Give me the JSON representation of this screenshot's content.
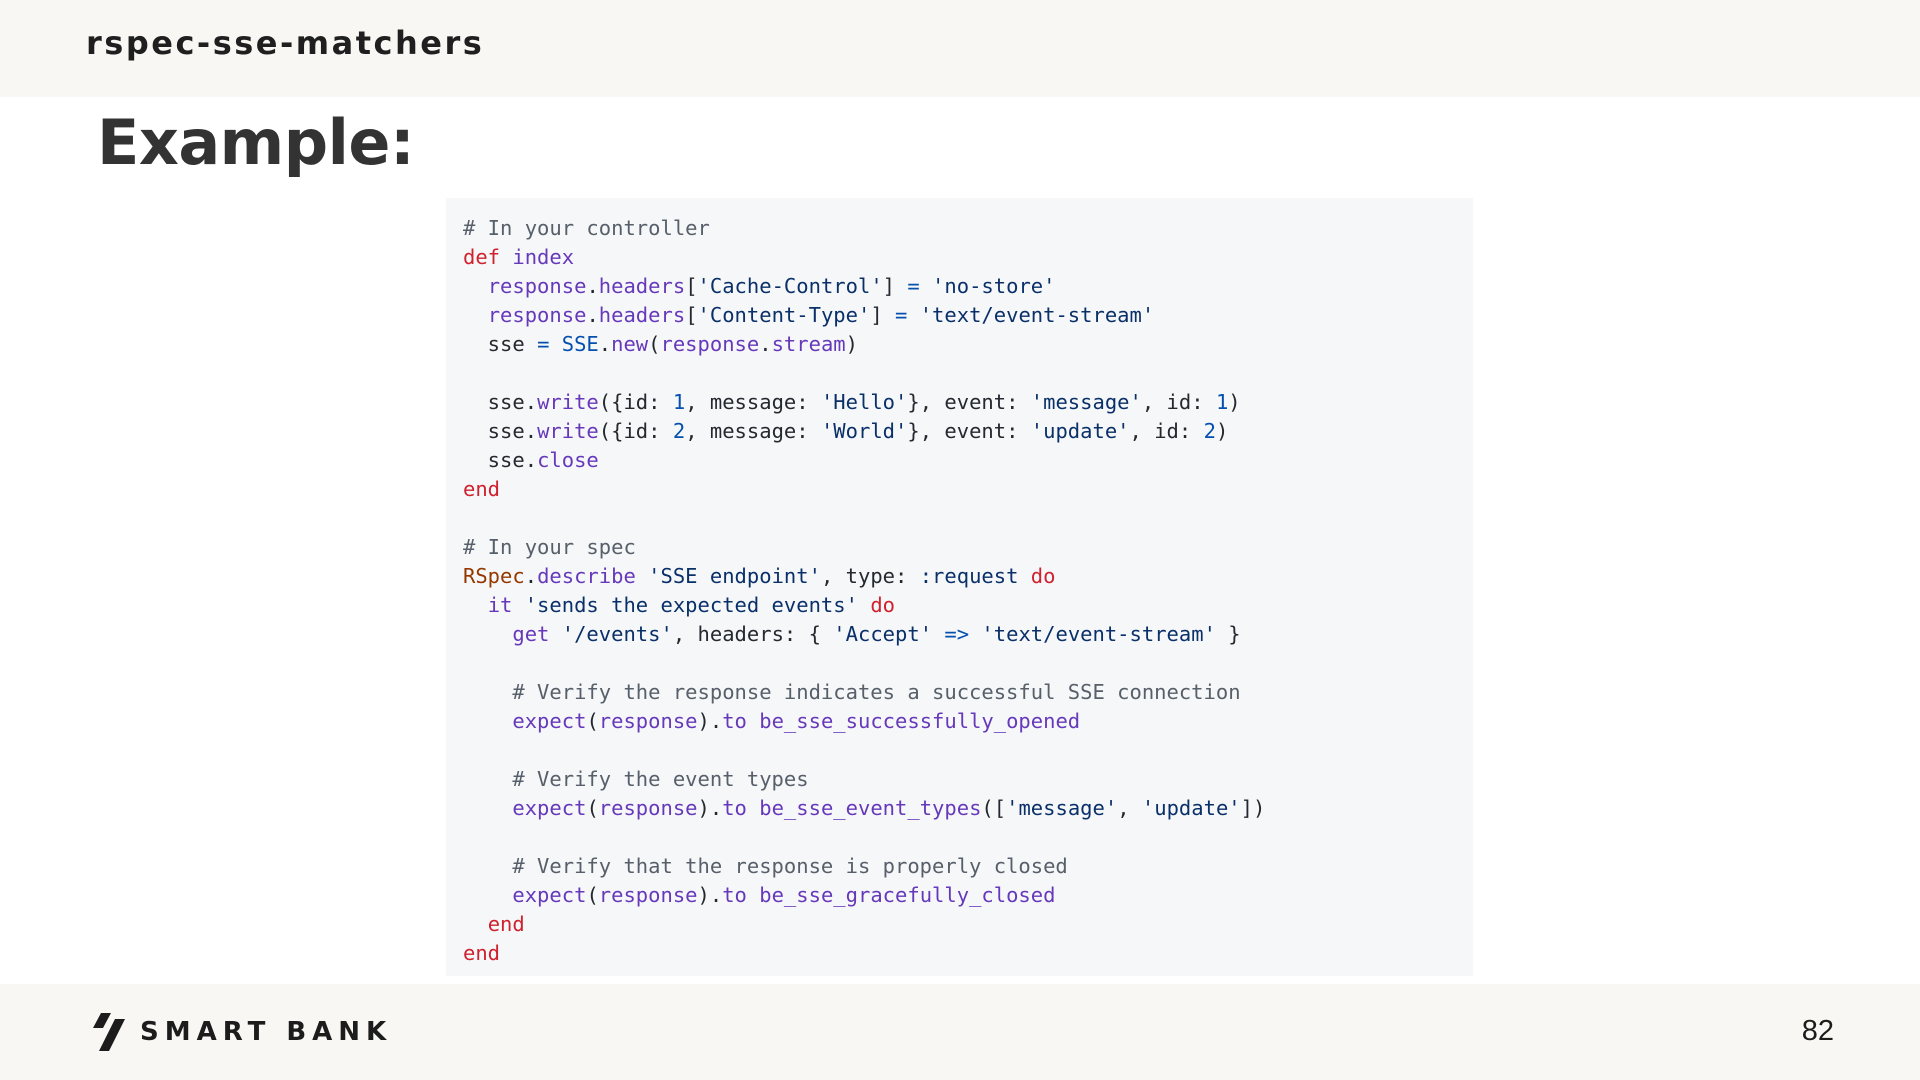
{
  "header": {
    "deck_title": "rspec-sse-matchers"
  },
  "slide": {
    "heading": "Example:"
  },
  "code": {
    "language": "ruby",
    "lines": [
      [
        {
          "t": "com",
          "v": "# In your controller"
        }
      ],
      [
        {
          "t": "kw",
          "v": "def"
        },
        {
          "t": "txt",
          "v": " "
        },
        {
          "t": "fn",
          "v": "index"
        }
      ],
      [
        {
          "t": "txt",
          "v": "  "
        },
        {
          "t": "fn",
          "v": "response"
        },
        {
          "t": "txt",
          "v": "."
        },
        {
          "t": "fn",
          "v": "headers"
        },
        {
          "t": "txt",
          "v": "["
        },
        {
          "t": "str",
          "v": "'Cache-Control'"
        },
        {
          "t": "txt",
          "v": "] "
        },
        {
          "t": "op",
          "v": "="
        },
        {
          "t": "txt",
          "v": " "
        },
        {
          "t": "str",
          "v": "'no-store'"
        }
      ],
      [
        {
          "t": "txt",
          "v": "  "
        },
        {
          "t": "fn",
          "v": "response"
        },
        {
          "t": "txt",
          "v": "."
        },
        {
          "t": "fn",
          "v": "headers"
        },
        {
          "t": "txt",
          "v": "["
        },
        {
          "t": "str",
          "v": "'Content-Type'"
        },
        {
          "t": "txt",
          "v": "] "
        },
        {
          "t": "op",
          "v": "="
        },
        {
          "t": "txt",
          "v": " "
        },
        {
          "t": "str",
          "v": "'text/event-stream'"
        }
      ],
      [
        {
          "t": "txt",
          "v": "  sse "
        },
        {
          "t": "op",
          "v": "="
        },
        {
          "t": "txt",
          "v": " "
        },
        {
          "t": "num",
          "v": "SSE"
        },
        {
          "t": "txt",
          "v": "."
        },
        {
          "t": "fn",
          "v": "new"
        },
        {
          "t": "txt",
          "v": "("
        },
        {
          "t": "fn",
          "v": "response"
        },
        {
          "t": "txt",
          "v": "."
        },
        {
          "t": "fn",
          "v": "stream"
        },
        {
          "t": "txt",
          "v": ")"
        }
      ],
      [],
      [
        {
          "t": "txt",
          "v": "  sse."
        },
        {
          "t": "fn",
          "v": "write"
        },
        {
          "t": "txt",
          "v": "({id: "
        },
        {
          "t": "num",
          "v": "1"
        },
        {
          "t": "txt",
          "v": ", message: "
        },
        {
          "t": "str",
          "v": "'Hello'"
        },
        {
          "t": "txt",
          "v": "}, event: "
        },
        {
          "t": "str",
          "v": "'message'"
        },
        {
          "t": "txt",
          "v": ", id: "
        },
        {
          "t": "num",
          "v": "1"
        },
        {
          "t": "txt",
          "v": ")"
        }
      ],
      [
        {
          "t": "txt",
          "v": "  sse."
        },
        {
          "t": "fn",
          "v": "write"
        },
        {
          "t": "txt",
          "v": "({id: "
        },
        {
          "t": "num",
          "v": "2"
        },
        {
          "t": "txt",
          "v": ", message: "
        },
        {
          "t": "str",
          "v": "'World'"
        },
        {
          "t": "txt",
          "v": "}, event: "
        },
        {
          "t": "str",
          "v": "'update'"
        },
        {
          "t": "txt",
          "v": ", id: "
        },
        {
          "t": "num",
          "v": "2"
        },
        {
          "t": "txt",
          "v": ")"
        }
      ],
      [
        {
          "t": "txt",
          "v": "  sse."
        },
        {
          "t": "fn",
          "v": "close"
        }
      ],
      [
        {
          "t": "kw",
          "v": "end"
        }
      ],
      [],
      [
        {
          "t": "com",
          "v": "# In your spec"
        }
      ],
      [
        {
          "t": "const",
          "v": "RSpec"
        },
        {
          "t": "txt",
          "v": "."
        },
        {
          "t": "fn",
          "v": "describe"
        },
        {
          "t": "txt",
          "v": " "
        },
        {
          "t": "str",
          "v": "'SSE endpoint'"
        },
        {
          "t": "txt",
          "v": ", type: "
        },
        {
          "t": "str",
          "v": ":request"
        },
        {
          "t": "txt",
          "v": " "
        },
        {
          "t": "kw",
          "v": "do"
        }
      ],
      [
        {
          "t": "txt",
          "v": "  "
        },
        {
          "t": "fn",
          "v": "it"
        },
        {
          "t": "txt",
          "v": " "
        },
        {
          "t": "str",
          "v": "'sends the expected events'"
        },
        {
          "t": "txt",
          "v": " "
        },
        {
          "t": "kw",
          "v": "do"
        }
      ],
      [
        {
          "t": "txt",
          "v": "    "
        },
        {
          "t": "fn",
          "v": "get"
        },
        {
          "t": "txt",
          "v": " "
        },
        {
          "t": "str",
          "v": "'/events'"
        },
        {
          "t": "txt",
          "v": ", headers: { "
        },
        {
          "t": "str",
          "v": "'Accept'"
        },
        {
          "t": "txt",
          "v": " "
        },
        {
          "t": "op",
          "v": "=>"
        },
        {
          "t": "txt",
          "v": " "
        },
        {
          "t": "str",
          "v": "'text/event-stream'"
        },
        {
          "t": "txt",
          "v": " }"
        }
      ],
      [],
      [
        {
          "t": "txt",
          "v": "    "
        },
        {
          "t": "com",
          "v": "# Verify the response indicates a successful SSE connection"
        }
      ],
      [
        {
          "t": "txt",
          "v": "    "
        },
        {
          "t": "fn",
          "v": "expect"
        },
        {
          "t": "txt",
          "v": "("
        },
        {
          "t": "fn",
          "v": "response"
        },
        {
          "t": "txt",
          "v": ")."
        },
        {
          "t": "fn",
          "v": "to"
        },
        {
          "t": "txt",
          "v": " "
        },
        {
          "t": "fn",
          "v": "be_sse_successfully_opened"
        }
      ],
      [],
      [
        {
          "t": "txt",
          "v": "    "
        },
        {
          "t": "com",
          "v": "# Verify the event types"
        }
      ],
      [
        {
          "t": "txt",
          "v": "    "
        },
        {
          "t": "fn",
          "v": "expect"
        },
        {
          "t": "txt",
          "v": "("
        },
        {
          "t": "fn",
          "v": "response"
        },
        {
          "t": "txt",
          "v": ")."
        },
        {
          "t": "fn",
          "v": "to"
        },
        {
          "t": "txt",
          "v": " "
        },
        {
          "t": "fn",
          "v": "be_sse_event_types"
        },
        {
          "t": "txt",
          "v": "(["
        },
        {
          "t": "str",
          "v": "'message'"
        },
        {
          "t": "txt",
          "v": ", "
        },
        {
          "t": "str",
          "v": "'update'"
        },
        {
          "t": "txt",
          "v": "])"
        }
      ],
      [],
      [
        {
          "t": "txt",
          "v": "    "
        },
        {
          "t": "com",
          "v": "# Verify that the response is properly closed"
        }
      ],
      [
        {
          "t": "txt",
          "v": "    "
        },
        {
          "t": "fn",
          "v": "expect"
        },
        {
          "t": "txt",
          "v": "("
        },
        {
          "t": "fn",
          "v": "response"
        },
        {
          "t": "txt",
          "v": ")."
        },
        {
          "t": "fn",
          "v": "to"
        },
        {
          "t": "txt",
          "v": " "
        },
        {
          "t": "fn",
          "v": "be_sse_gracefully_closed"
        }
      ],
      [
        {
          "t": "txt",
          "v": "  "
        },
        {
          "t": "kw",
          "v": "end"
        }
      ],
      [
        {
          "t": "kw",
          "v": "end"
        }
      ]
    ]
  },
  "footer": {
    "brand_name": "SMART BANK",
    "brand_icon": "smartbank-logo-icon",
    "page_number": "82"
  },
  "colors": {
    "header_background": "#f8f7f3",
    "code_background": "#f6f7f9",
    "comment": "#57606a",
    "keyword": "#cf222e",
    "method": "#6639ba",
    "string": "#0a3069",
    "number": "#0550ae",
    "constant": "#953800"
  }
}
